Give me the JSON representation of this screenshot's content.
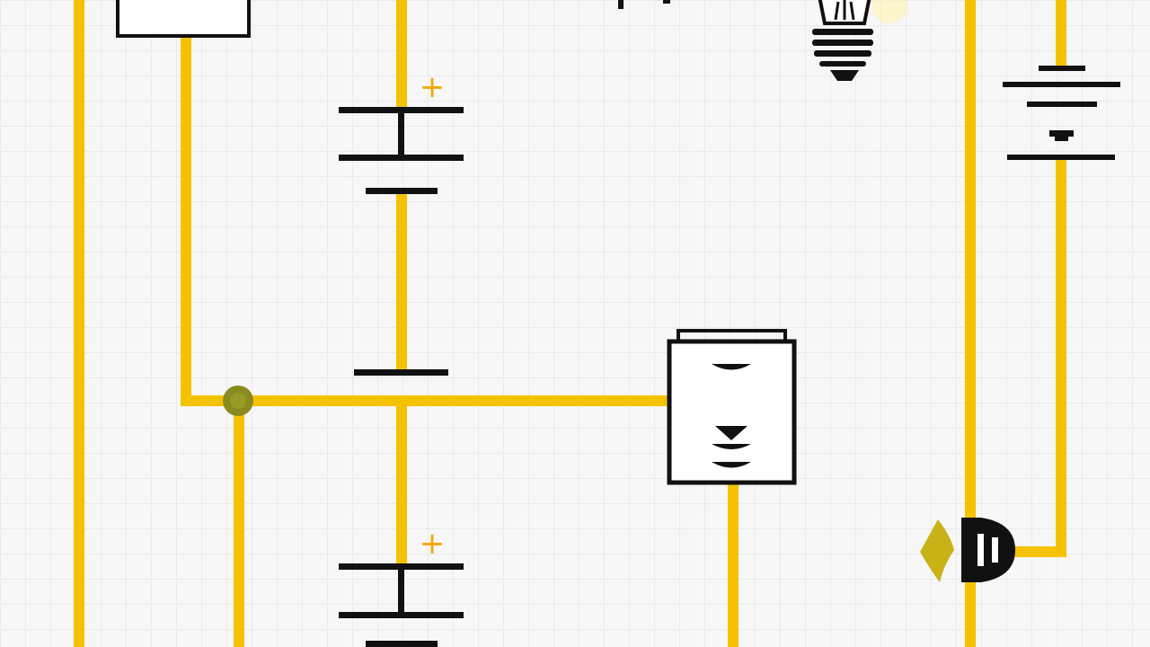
{
  "diagram": {
    "kind": "circuit schematic",
    "grid": true,
    "colors": {
      "background": "#f7f7f7",
      "grid": "#dcdcdc",
      "wire": "#f5c200",
      "junction": "#8a8a1e",
      "symbol": "#111111",
      "polarity": "#f0a800"
    },
    "polarity_marks": [
      "+",
      "+"
    ],
    "components": [
      {
        "id": "box-top-left",
        "type": "rectangle"
      },
      {
        "id": "battery-left-upper",
        "type": "battery"
      },
      {
        "id": "battery-left-lower",
        "type": "battery"
      },
      {
        "id": "cell-right",
        "type": "battery"
      },
      {
        "id": "lamp",
        "type": "light-bulb"
      },
      {
        "id": "device-box",
        "type": "module-box"
      },
      {
        "id": "buzzer",
        "type": "buzzer"
      },
      {
        "id": "junction-main",
        "type": "junction"
      }
    ]
  }
}
